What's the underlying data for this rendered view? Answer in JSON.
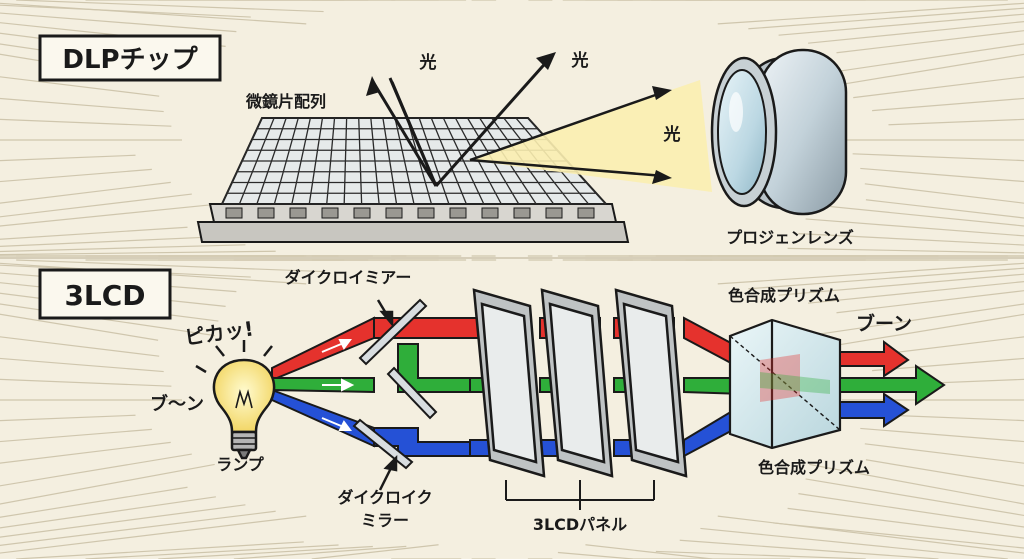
{
  "dlp": {
    "title": "DLPチップ",
    "mirror_array": "微鏡片配列",
    "light": "光",
    "lens": "プロジェンレンズ"
  },
  "lcd": {
    "title": "3LCD",
    "dichroic_mirror": "ダイクロイミアー",
    "dichroic_mirror_2_line1": "ダイクロイク",
    "dichroic_mirror_2_line2": "ミラー",
    "lamp": "ランプ",
    "flash": "ピカッ!",
    "hum": "ブ〜ン",
    "hum_right": "ブーン",
    "panels": "3LCDパネル",
    "prism": "色合成プリズム",
    "prism_bottom": "色合成プリズム"
  },
  "colors": {
    "red": "#e5322d",
    "green": "#2fae3a",
    "blue": "#2551d6",
    "ink": "#1a1a1a",
    "paper": "#f4efe0",
    "beam_yellow": "#fbeeb0"
  }
}
